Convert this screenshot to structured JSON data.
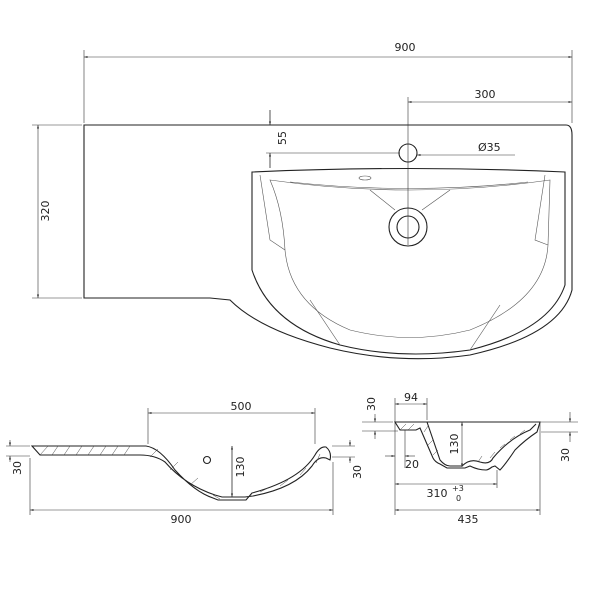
{
  "drawing": {
    "top_view": {
      "width": "900",
      "faucet_offset": "300",
      "hole_offset": "55",
      "hole_diameter": "Ø35",
      "depth": "320"
    },
    "front_view": {
      "bowl_width": "500",
      "bowl_depth": "130",
      "width": "900",
      "left_thickness": "30",
      "right_thickness": "30"
    },
    "side_view": {
      "rim_width": "94",
      "rim_thickness": "30",
      "bowl_depth": "130",
      "offset": "20",
      "inner_depth": "310",
      "tol_upper": "+3",
      "tol_lower": "0",
      "depth": "435",
      "right_thickness": "30"
    }
  }
}
